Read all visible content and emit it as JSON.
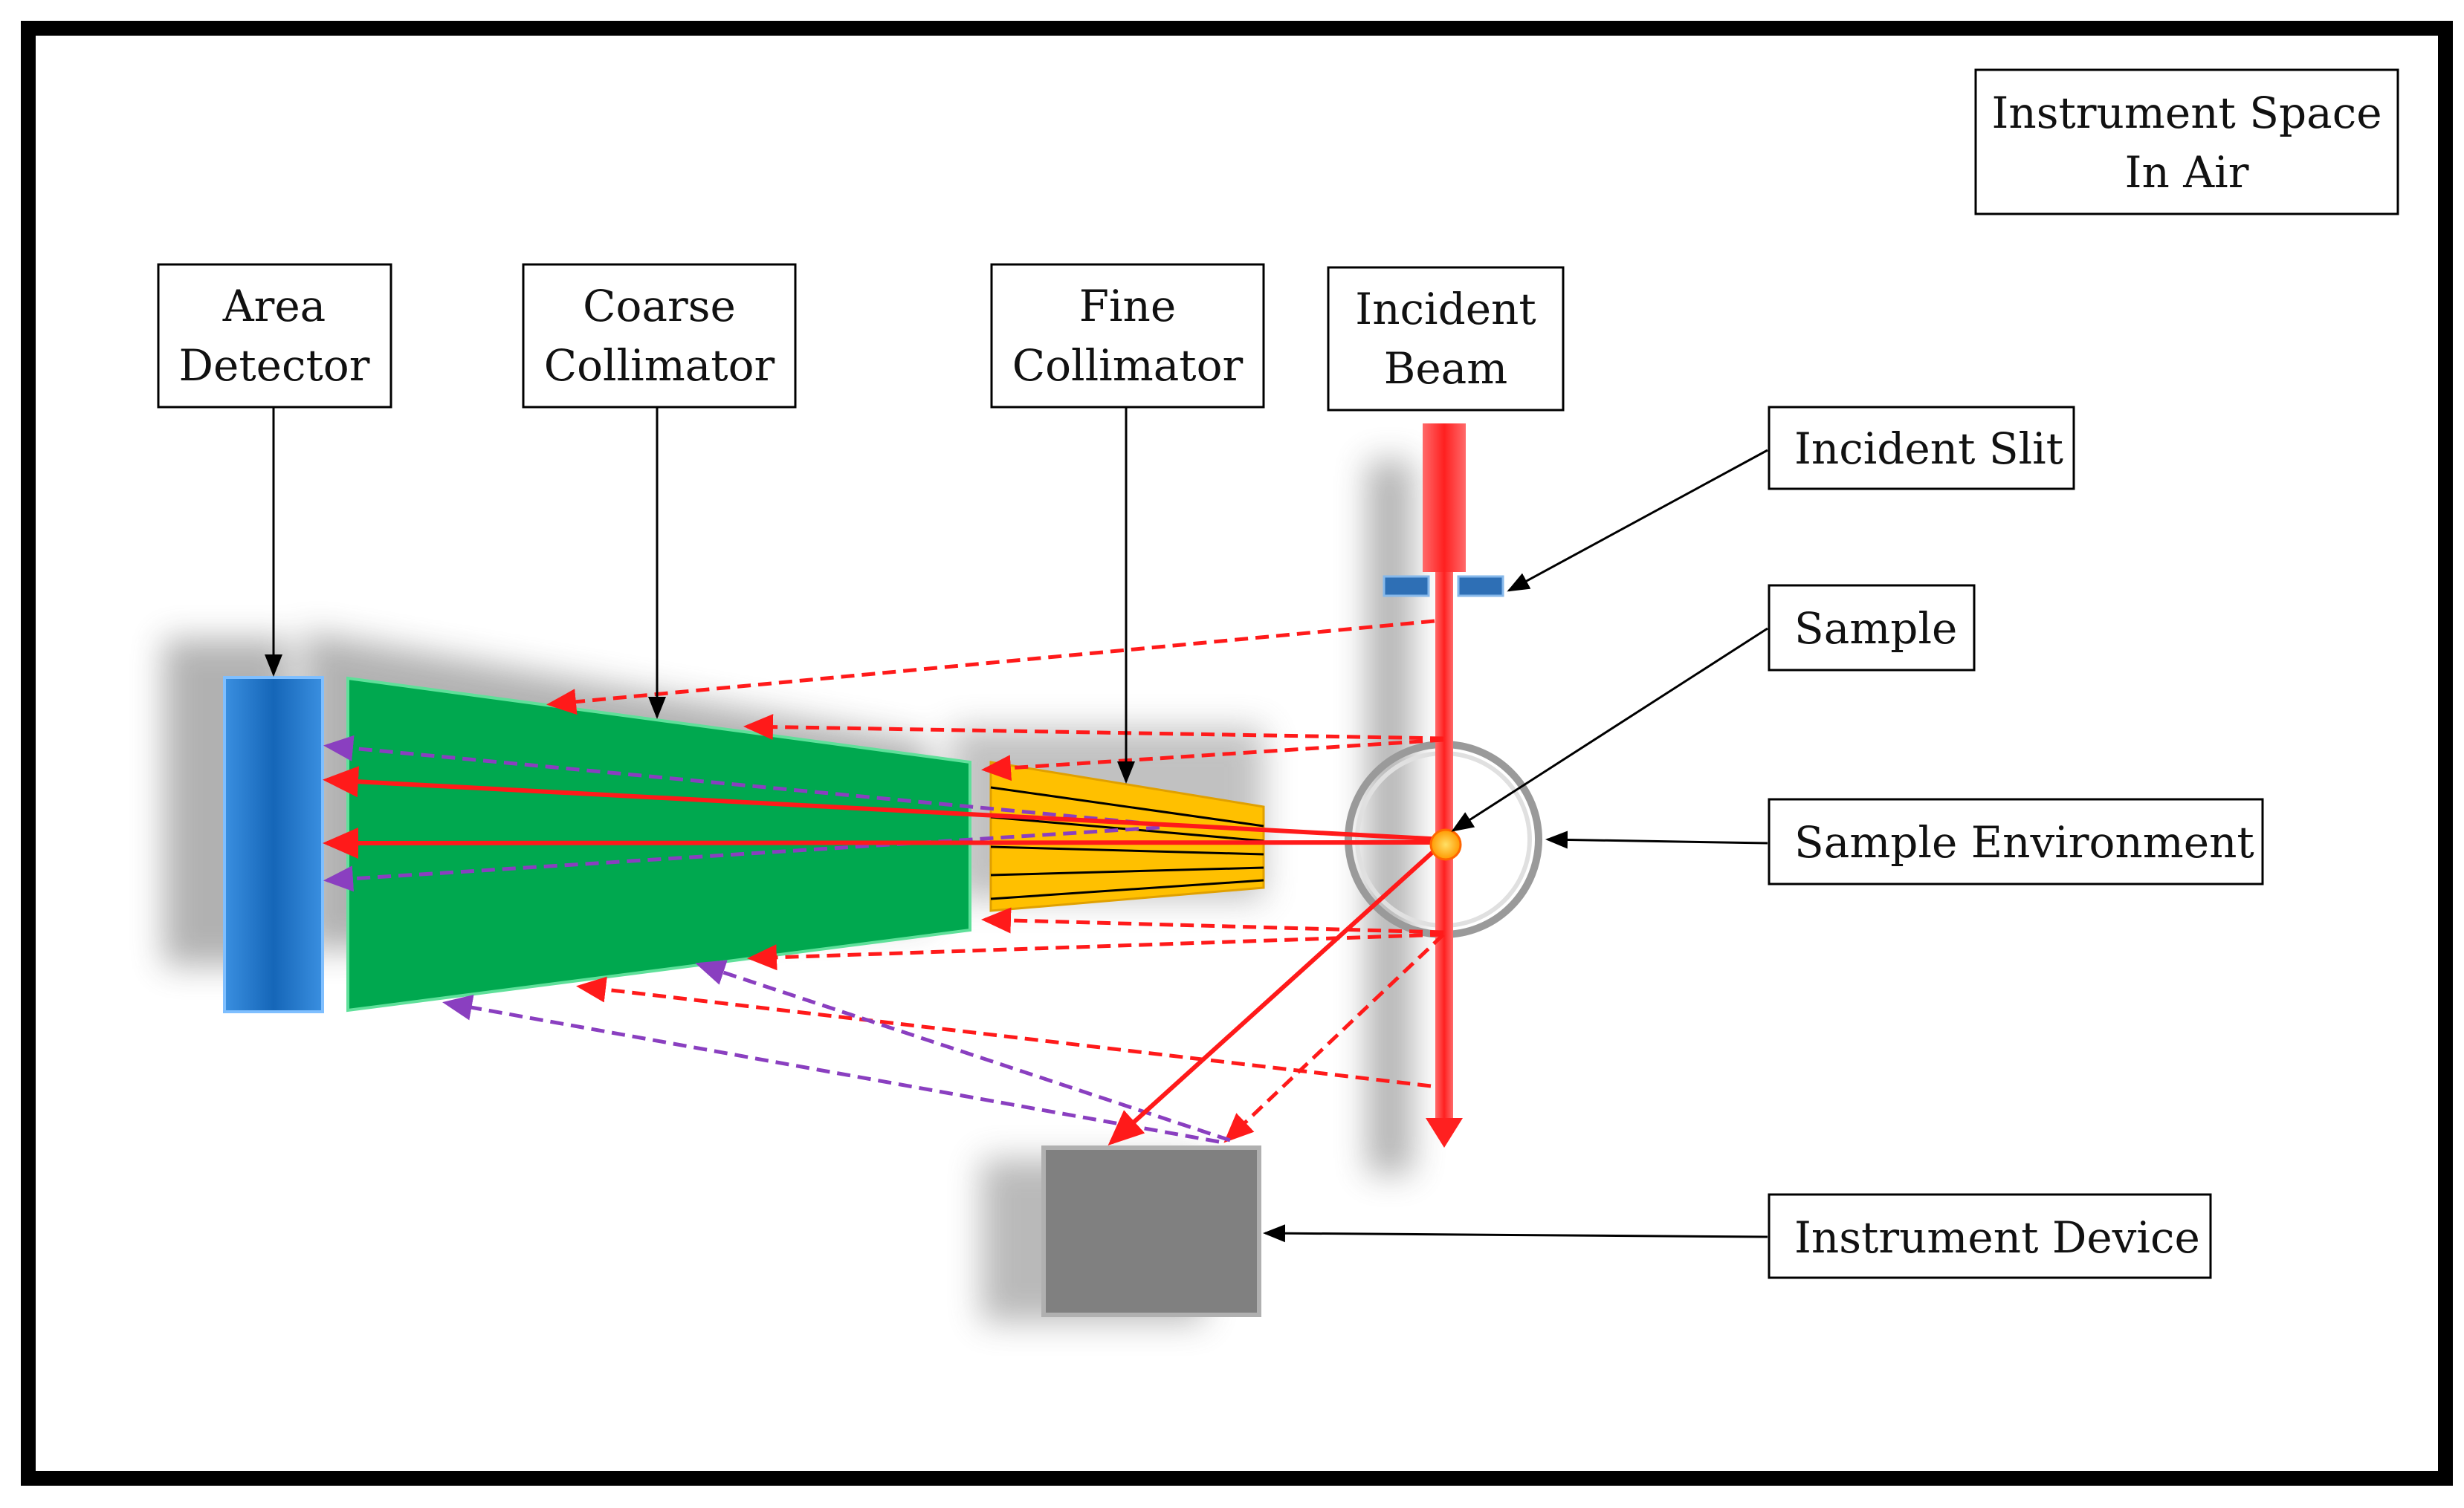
{
  "labels": {
    "instrument_space_line1": "Instrument Space",
    "instrument_space_line2": "In Air",
    "area_detector_line1": "Area",
    "area_detector_line2": "Detector",
    "coarse_collimator_line1": "Coarse",
    "coarse_collimator_line2": "Collimator",
    "fine_collimator_line1": "Fine",
    "fine_collimator_line2": "Collimator",
    "incident_beam_line1": "Incident",
    "incident_beam_line2": "Beam",
    "incident_slit": "Incident Slit",
    "sample": "Sample",
    "sample_environment": "Sample Environment",
    "instrument_device": "Instrument Device"
  },
  "colors": {
    "frame": "#000000",
    "area_detector": "#1f6fbf",
    "coarse_collimator": "#00a84f",
    "fine_collimator": "#ffc000",
    "beam": "#ff2020",
    "scatter_red": "#ff1a1a",
    "scatter_purple": "#8a3fc0",
    "slit": "#2e6fb5",
    "sample": "#ffa500",
    "sample_ring": "#9a9a9a",
    "instrument_device": "#808080"
  }
}
